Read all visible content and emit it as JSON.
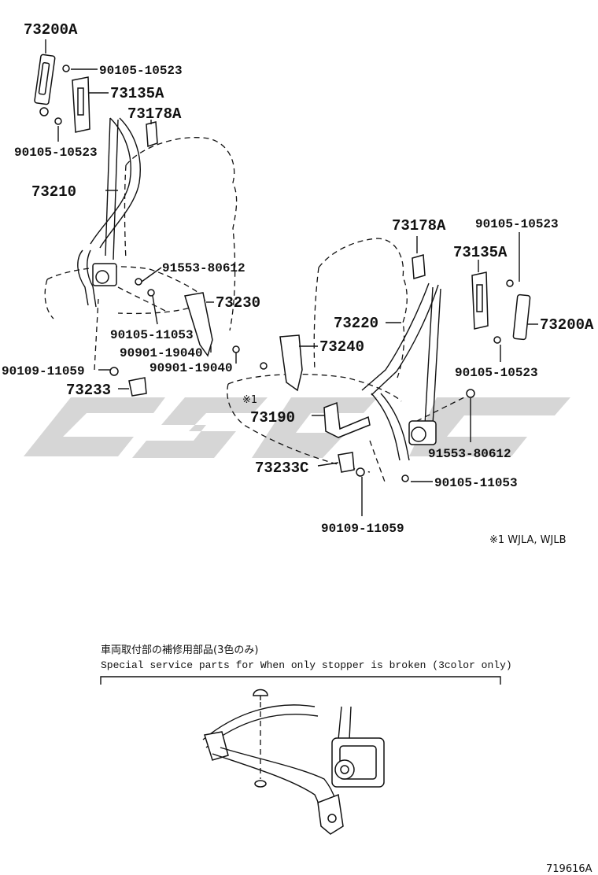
{
  "callouts": {
    "l_73200A": "73200A",
    "l_90105_a": "90105-10523",
    "l_73135A": "73135A",
    "l_73178A": "73178A",
    "l_90105_b": "90105-10523",
    "l_73210": "73210",
    "l_91553": "91553-80612",
    "l_73230": "73230",
    "l_90105_11053": "90105-11053",
    "l_90901_a": "90901-19040",
    "l_90901_b": "90901-19040",
    "l_90109": "90109-11059",
    "l_73233": "73233",
    "r_73178A": "73178A",
    "r_90105_a": "90105-10523",
    "r_73135A": "73135A",
    "r_73220": "73220",
    "r_73200A": "73200A",
    "r_73240": "73240",
    "r_90105_b": "90105-10523",
    "r_mark": "※1",
    "r_73190": "73190",
    "r_91553": "91553-80612",
    "r_73233C": "73233C",
    "r_90105_11053": "90105-11053",
    "r_90109": "90109-11059"
  },
  "notes": {
    "variant": "※1  WJLA, WJLB",
    "special_jp": "車両取付部の補修用部品(3色のみ)",
    "special_en": "Special service parts for When only stopper is broken (3color only)",
    "drawing_no": "719616A"
  },
  "colors": {
    "line": "#111111",
    "watermark": "#d6d6d6"
  }
}
